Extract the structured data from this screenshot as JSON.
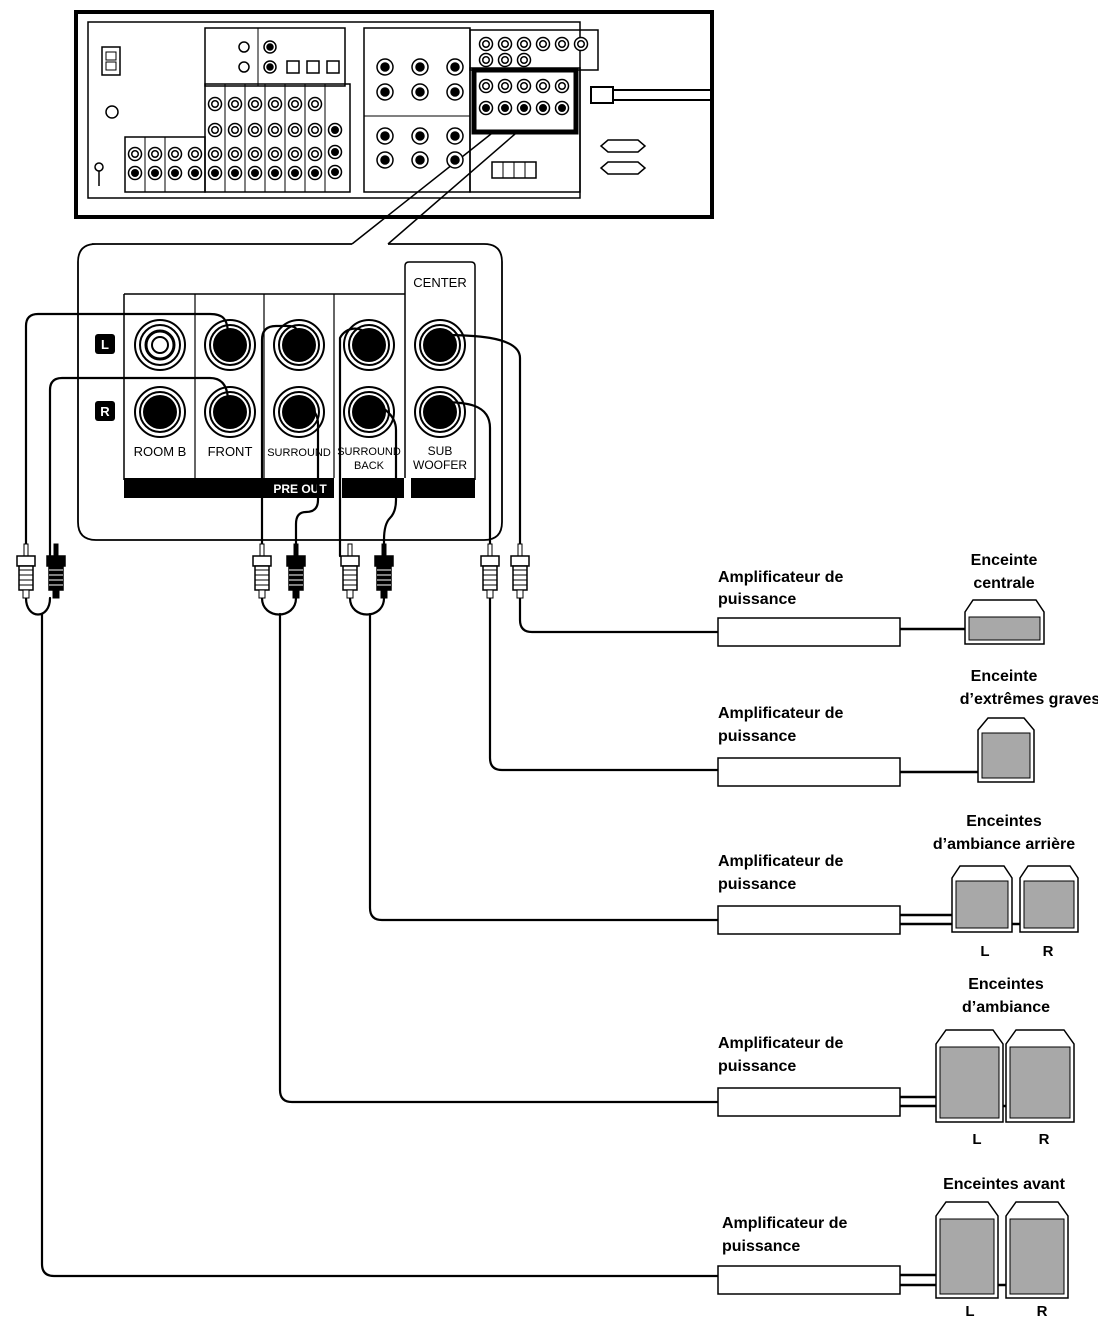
{
  "panel": {
    "channel_left": "L",
    "channel_right": "R",
    "center_label": "CENTER",
    "room_b_label": "ROOM B",
    "front_label": "FRONT",
    "surround_label": "SURROUND",
    "surround_back_label_line1": "SURROUND",
    "surround_back_label_line2": "BACK",
    "subwoofer_label_line1": "SUB",
    "subwoofer_label_line2": "WOOFER",
    "pre_out_label": "PRE OUT"
  },
  "connections": [
    {
      "amp_label_line1": "Amplificateur de",
      "amp_label_line2": "puissance",
      "speaker_title_line1": "Enceinte",
      "speaker_title_line2": "centrale",
      "speaker_type": "center"
    },
    {
      "amp_label_line1": "Amplificateur de",
      "amp_label_line2": "puissance",
      "speaker_title_line1": "Enceinte",
      "speaker_title_line2": "d’extrêmes graves",
      "speaker_type": "subwoofer"
    },
    {
      "amp_label_line1": "Amplificateur de",
      "amp_label_line2": "puissance",
      "speaker_title_line1": "Enceintes",
      "speaker_title_line2": "d’ambiance arrière",
      "speaker_type": "pair",
      "left_label": "L",
      "right_label": "R"
    },
    {
      "amp_label_line1": "Amplificateur de",
      "amp_label_line2": "puissance",
      "speaker_title_line1": "Enceintes",
      "speaker_title_line2": "d’ambiance",
      "speaker_type": "pair",
      "left_label": "L",
      "right_label": "R"
    },
    {
      "amp_label_line1": "Amplificateur de",
      "amp_label_line2": "puissance",
      "speaker_title_line1": "Enceintes avant",
      "speaker_title_line2": "",
      "speaker_type": "pair",
      "left_label": "L",
      "right_label": "R"
    }
  ],
  "colors": {
    "ink": "#000000",
    "speaker_fill": "#a8a8a8",
    "panel_fill": "#ffffff"
  }
}
